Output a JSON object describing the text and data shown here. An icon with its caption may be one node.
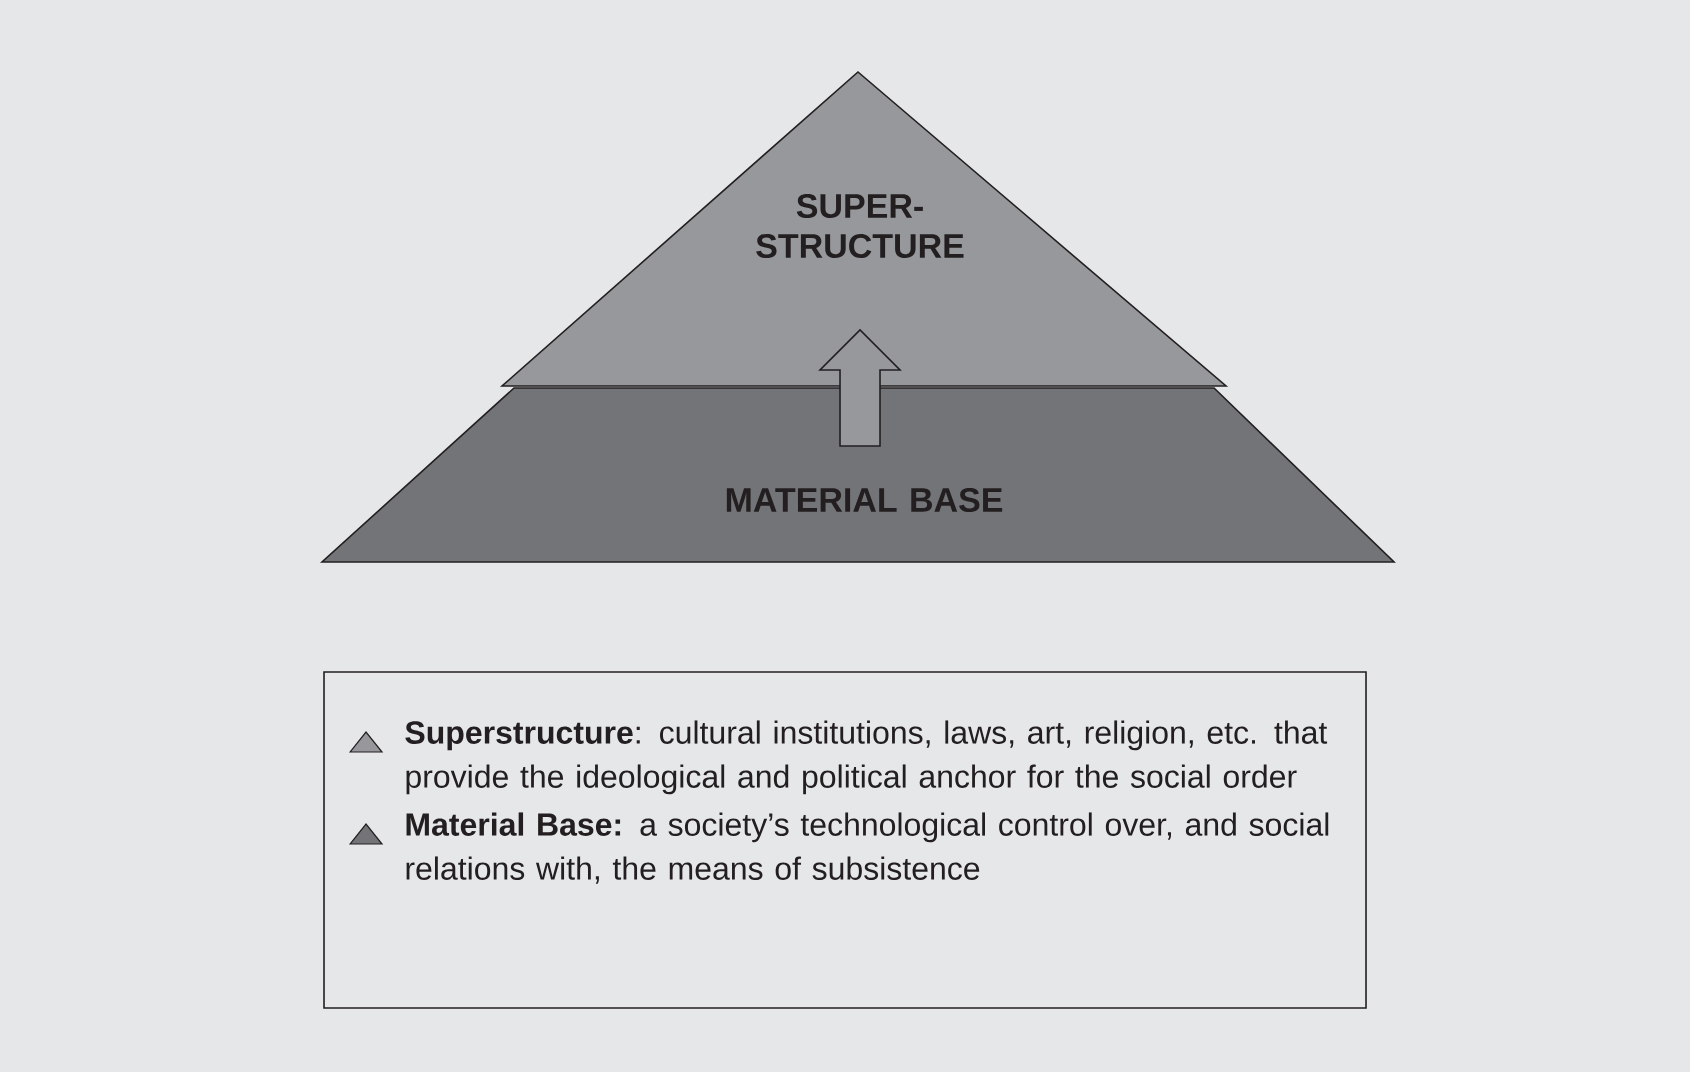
{
  "diagram": {
    "nodes": [
      {
        "text": [
          "SUPER- STRUCTURE"
        ]
      },
      {
        "text": [
          "MATERIAL BASE"
        ]
      }
    ],
    "edges": [
      {
        "from": 1,
        "to": 0,
        "arrow": "to"
      }
    ],
    "legend": [
      {
        "text": "**Superstructure**:  cultural institutions, laws, art, religion, etc. that provide the ideological and political anchor for the social order",
        "color": "#97989c"
      },
      {
        "text": "**Material Base:** a society’s technological control over, and social relations with, the means of subsistence",
        "color": "#737478"
      }
    ]
  }
}
